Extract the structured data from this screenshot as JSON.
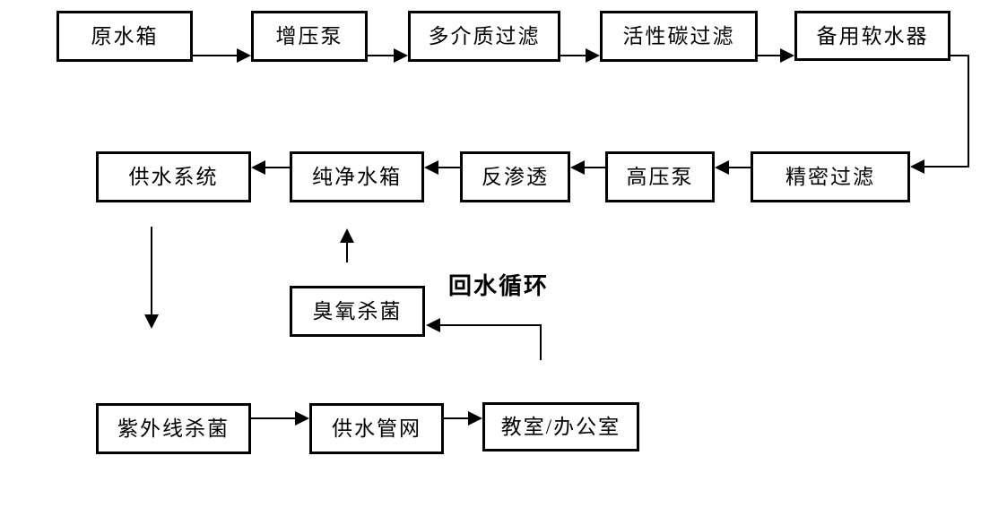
{
  "diagram": {
    "type": "flowchart",
    "background_color": "#ffffff",
    "line_color": "#000000",
    "nodes": {
      "raw_water_tank": {
        "label": "原水箱"
      },
      "booster_pump": {
        "label": "增压泵"
      },
      "multi_media_filter": {
        "label": "多介质过滤"
      },
      "activated_carbon_filter": {
        "label": "活性碳过滤"
      },
      "backup_water_softener": {
        "label": "备用软水器"
      },
      "water_supply_system": {
        "label": "供水系统"
      },
      "pure_water_tank": {
        "label": "纯净水箱"
      },
      "reverse_osmosis": {
        "label": "反渗透"
      },
      "high_pressure_pump": {
        "label": "高压泵"
      },
      "precision_filter": {
        "label": "精密过滤"
      },
      "ozone_sterilization": {
        "label": "臭氧杀菌"
      },
      "uv_sterilization": {
        "label": "紫外线杀菌"
      },
      "water_supply_network": {
        "label": "供水管网"
      },
      "classroom_office": {
        "label": "教室/办公室"
      }
    },
    "annotations": {
      "return_loop": "回水循环"
    },
    "edges": [
      {
        "from": "raw_water_tank",
        "to": "booster_pump"
      },
      {
        "from": "booster_pump",
        "to": "multi_media_filter"
      },
      {
        "from": "multi_media_filter",
        "to": "activated_carbon_filter"
      },
      {
        "from": "activated_carbon_filter",
        "to": "backup_water_softener"
      },
      {
        "from": "backup_water_softener",
        "to": "precision_filter"
      },
      {
        "from": "precision_filter",
        "to": "high_pressure_pump"
      },
      {
        "from": "high_pressure_pump",
        "to": "reverse_osmosis"
      },
      {
        "from": "reverse_osmosis",
        "to": "pure_water_tank"
      },
      {
        "from": "pure_water_tank",
        "to": "water_supply_system"
      },
      {
        "from": "water_supply_system",
        "to": "uv_sterilization"
      },
      {
        "from": "ozone_sterilization",
        "to": "pure_water_tank"
      },
      {
        "from": "uv_sterilization",
        "to": "water_supply_network"
      },
      {
        "from": "water_supply_network",
        "to": "classroom_office"
      },
      {
        "from": "classroom_office",
        "to": "ozone_sterilization",
        "label": "回水循环"
      }
    ]
  }
}
